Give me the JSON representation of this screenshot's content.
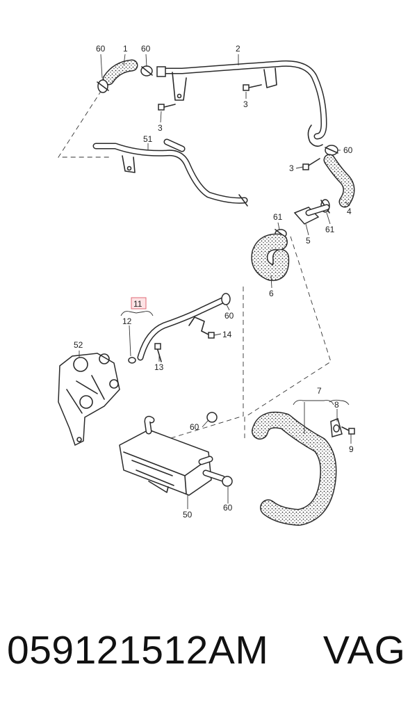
{
  "diagram": {
    "callouts": [
      "60",
      "1",
      "60",
      "2",
      "3",
      "3",
      "60",
      "3",
      "51",
      "4",
      "61",
      "61",
      "5",
      "6",
      "11",
      "12",
      "13",
      "14",
      "60",
      "52",
      "7",
      "8",
      "9",
      "60",
      "50",
      "60"
    ],
    "highlight_color": "#e06a75"
  },
  "footer": {
    "part_number": "059121512AM",
    "brand": "VAG"
  }
}
